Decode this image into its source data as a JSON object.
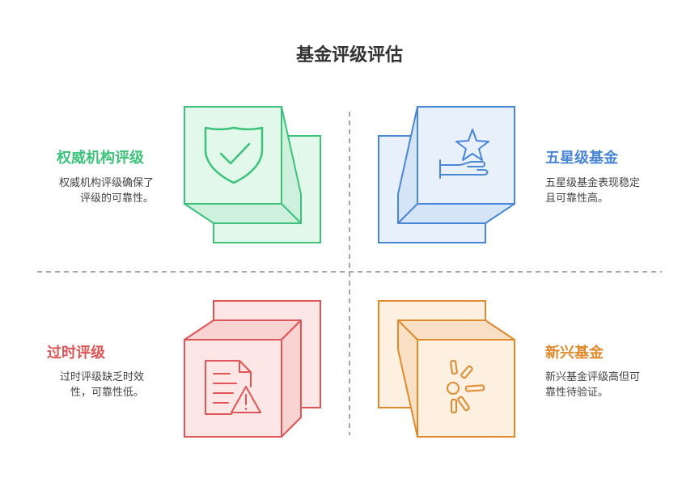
{
  "title": "基金评级评估",
  "quadrants": {
    "authority": {
      "heading": "权威机构评级",
      "desc_line1": "权威机构评级确保了",
      "desc_line2": "评级的可靠性。",
      "color": "#3cc27a",
      "icon": "shield-check-icon"
    },
    "five_star": {
      "heading": "五星级基金",
      "desc_line1": "五星级基金表现稳定",
      "desc_line2": "且可靠性高。",
      "color": "#4a86d6",
      "icon": "hand-star-icon"
    },
    "outdated": {
      "heading": "过时评级",
      "desc_line1": "过时评级缺乏时效",
      "desc_line2": "性，可靠性低。",
      "color": "#e05555",
      "icon": "document-warning-icon"
    },
    "emerging": {
      "heading": "新兴基金",
      "desc_line1": "新兴基金评级高但可",
      "desc_line2": "靠性待验证。",
      "color": "#e08a2e",
      "icon": "sparkle-burst-icon"
    }
  }
}
